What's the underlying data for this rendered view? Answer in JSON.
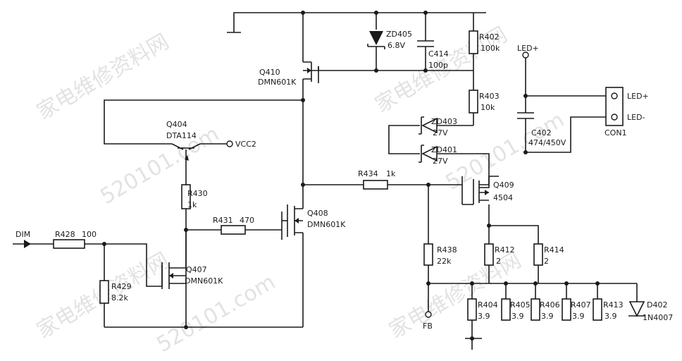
{
  "components": {
    "q410": {
      "ref": "Q410",
      "part": "DMN601K"
    },
    "zd405": {
      "ref": "ZD405",
      "value": "6.8V"
    },
    "c414": {
      "ref": "C414",
      "value": "100p"
    },
    "r402": {
      "ref": "R402",
      "value": "100k"
    },
    "r403": {
      "ref": "R403",
      "value": "10k"
    },
    "zd403": {
      "ref": "ZD403",
      "value": "27V"
    },
    "zd401": {
      "ref": "ZD401",
      "value": "27V"
    },
    "c402": {
      "ref": "C402",
      "value": "474/450V"
    },
    "con1": {
      "ref": "CON1"
    },
    "q404": {
      "ref": "Q404",
      "part": "DTA114"
    },
    "r430": {
      "ref": "R430",
      "value": "1k"
    },
    "r431": {
      "ref": "R431",
      "value": "470"
    },
    "q408": {
      "ref": "Q408",
      "part": "DMN601K"
    },
    "r434": {
      "ref": "R434",
      "value": "1k"
    },
    "q409": {
      "ref": "Q409",
      "part": "4504"
    },
    "r428": {
      "ref": "R428",
      "value": "100"
    },
    "r429": {
      "ref": "R429",
      "value": "8.2k"
    },
    "q407": {
      "ref": "Q407",
      "part": "DMN601K"
    },
    "r438": {
      "ref": "R438",
      "value": "22k"
    },
    "r412": {
      "ref": "R412",
      "value": "2"
    },
    "r414": {
      "ref": "R414",
      "value": "2"
    },
    "r404": {
      "ref": "R404",
      "value": "3.9"
    },
    "r405": {
      "ref": "R405",
      "value": "3.9"
    },
    "r406": {
      "ref": "R406",
      "value": "3.9"
    },
    "r407": {
      "ref": "R407",
      "value": "3.9"
    },
    "r413": {
      "ref": "R413",
      "value": "3.9"
    },
    "d402": {
      "ref": "D402",
      "part": "1N4007"
    }
  },
  "nets": {
    "vcc2": "VCC2",
    "dim": "DIM",
    "fb": "FB",
    "led_plus_top": "LED+",
    "con_led_plus": "LED+",
    "con_led_minus": "LED-"
  },
  "watermark": {
    "text_cn": "家电维修资料网",
    "text_url": "520101.com"
  }
}
